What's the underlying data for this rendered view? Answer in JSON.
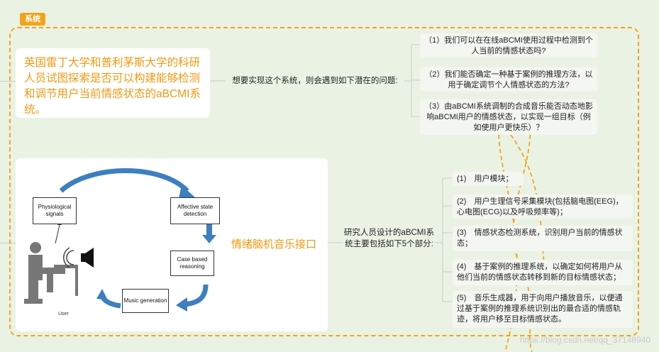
{
  "tag": "系统",
  "main_topic": "英国雷丁大学和普利茅斯大学的科研人员试图探索是否可以构建能够检测和调节用户当前情感状态的aBCMI系统。",
  "questions_intro": "想要实现这个系统，则会遇到如下潜在的问题:",
  "questions": [
    "（1）我们可以在在线aBCMI使用过程中检测到个人当前的情感状态吗?",
    "（2）我们能否确定一种基于案例的推理方法，以用于确定调节个人情感状态的方法?",
    "（3）由aBCMI系统调制的合成音乐能否动态地影响aBCMI用户的情感状态，以实现一组目标（例如使用户更快乐）？"
  ],
  "section_title": "情绪脑机音乐接口",
  "parts_intro": "研究人员设计的aBCMI系统主要包括如下5个部分:",
  "parts": [
    "(1)　用户模块；",
    "(2)　用户生理信号采集模块(包括脑电图(EEG)，心电图(ECG)以及呼吸频率等)；",
    "(3)　情感状态检测系统，识别用户当前的情感状态；",
    "(4)　基于案例的推理系统，以确定如何将用户从他们当前的情感状态转移到新的目标情感状态；",
    "(5)　音乐生成器，用于向用户播放音乐，以便通过基于案例的推理系统识别出的最合适的情感轨迹，将用户移至目标情感状态。"
  ],
  "diagram": {
    "node_physio": "Physiological signals",
    "node_affect": "Affective state detection",
    "node_case": "Case based reasoning",
    "node_music": "Music generation",
    "user_label": "User"
  },
  "watermark": "https://blog.csdn.net/qq_37148940",
  "colors": {
    "accent": "#f3a31a",
    "background": "#eaf2e4",
    "arrow_blue": "#3d7fbf"
  }
}
